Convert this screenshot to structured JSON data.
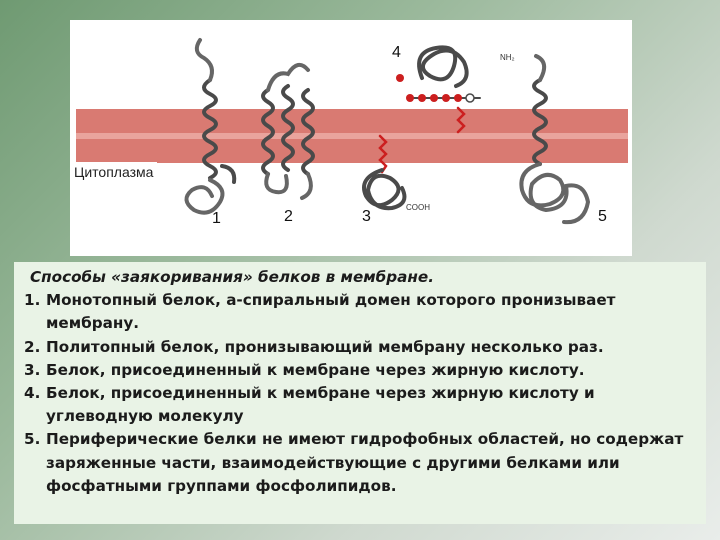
{
  "figure": {
    "numbers": [
      "1",
      "2",
      "3",
      "4",
      "5"
    ],
    "cytoplasm_label": "Цитоплазма",
    "group_labels": [
      "NH₂",
      "COOH"
    ],
    "colors": {
      "membrane": "#d97a72",
      "membrane_dark": "#b9524c",
      "protein": "#4a4a4a",
      "protein_fill": "#bdbdbd",
      "anchor": "#cc1f1f"
    }
  },
  "caption": {
    "title": "Способы «заякоривания» белков в мембране.",
    "items": [
      {
        "num": "1.",
        "text": "Монотопный белок, а-спиральный домен которого пронизывает мембрану."
      },
      {
        "num": "2.",
        "text": "Политопный белок, пронизывающий мембрану несколько раз."
      },
      {
        "num": "3.",
        "text": "Белок, присоединенный к мембране через жирную кислоту."
      },
      {
        "num": "4.",
        "text": "Белок, присоединенный к мембране через жирную кислоту и углеводную молекулу"
      },
      {
        "num": "5.",
        "text": "Периферические белки не имеют гидрофобных областей, но содержат заряженные части, взаимодействующие с другими белками или фосфатными группами фосфолипидов."
      }
    ]
  }
}
